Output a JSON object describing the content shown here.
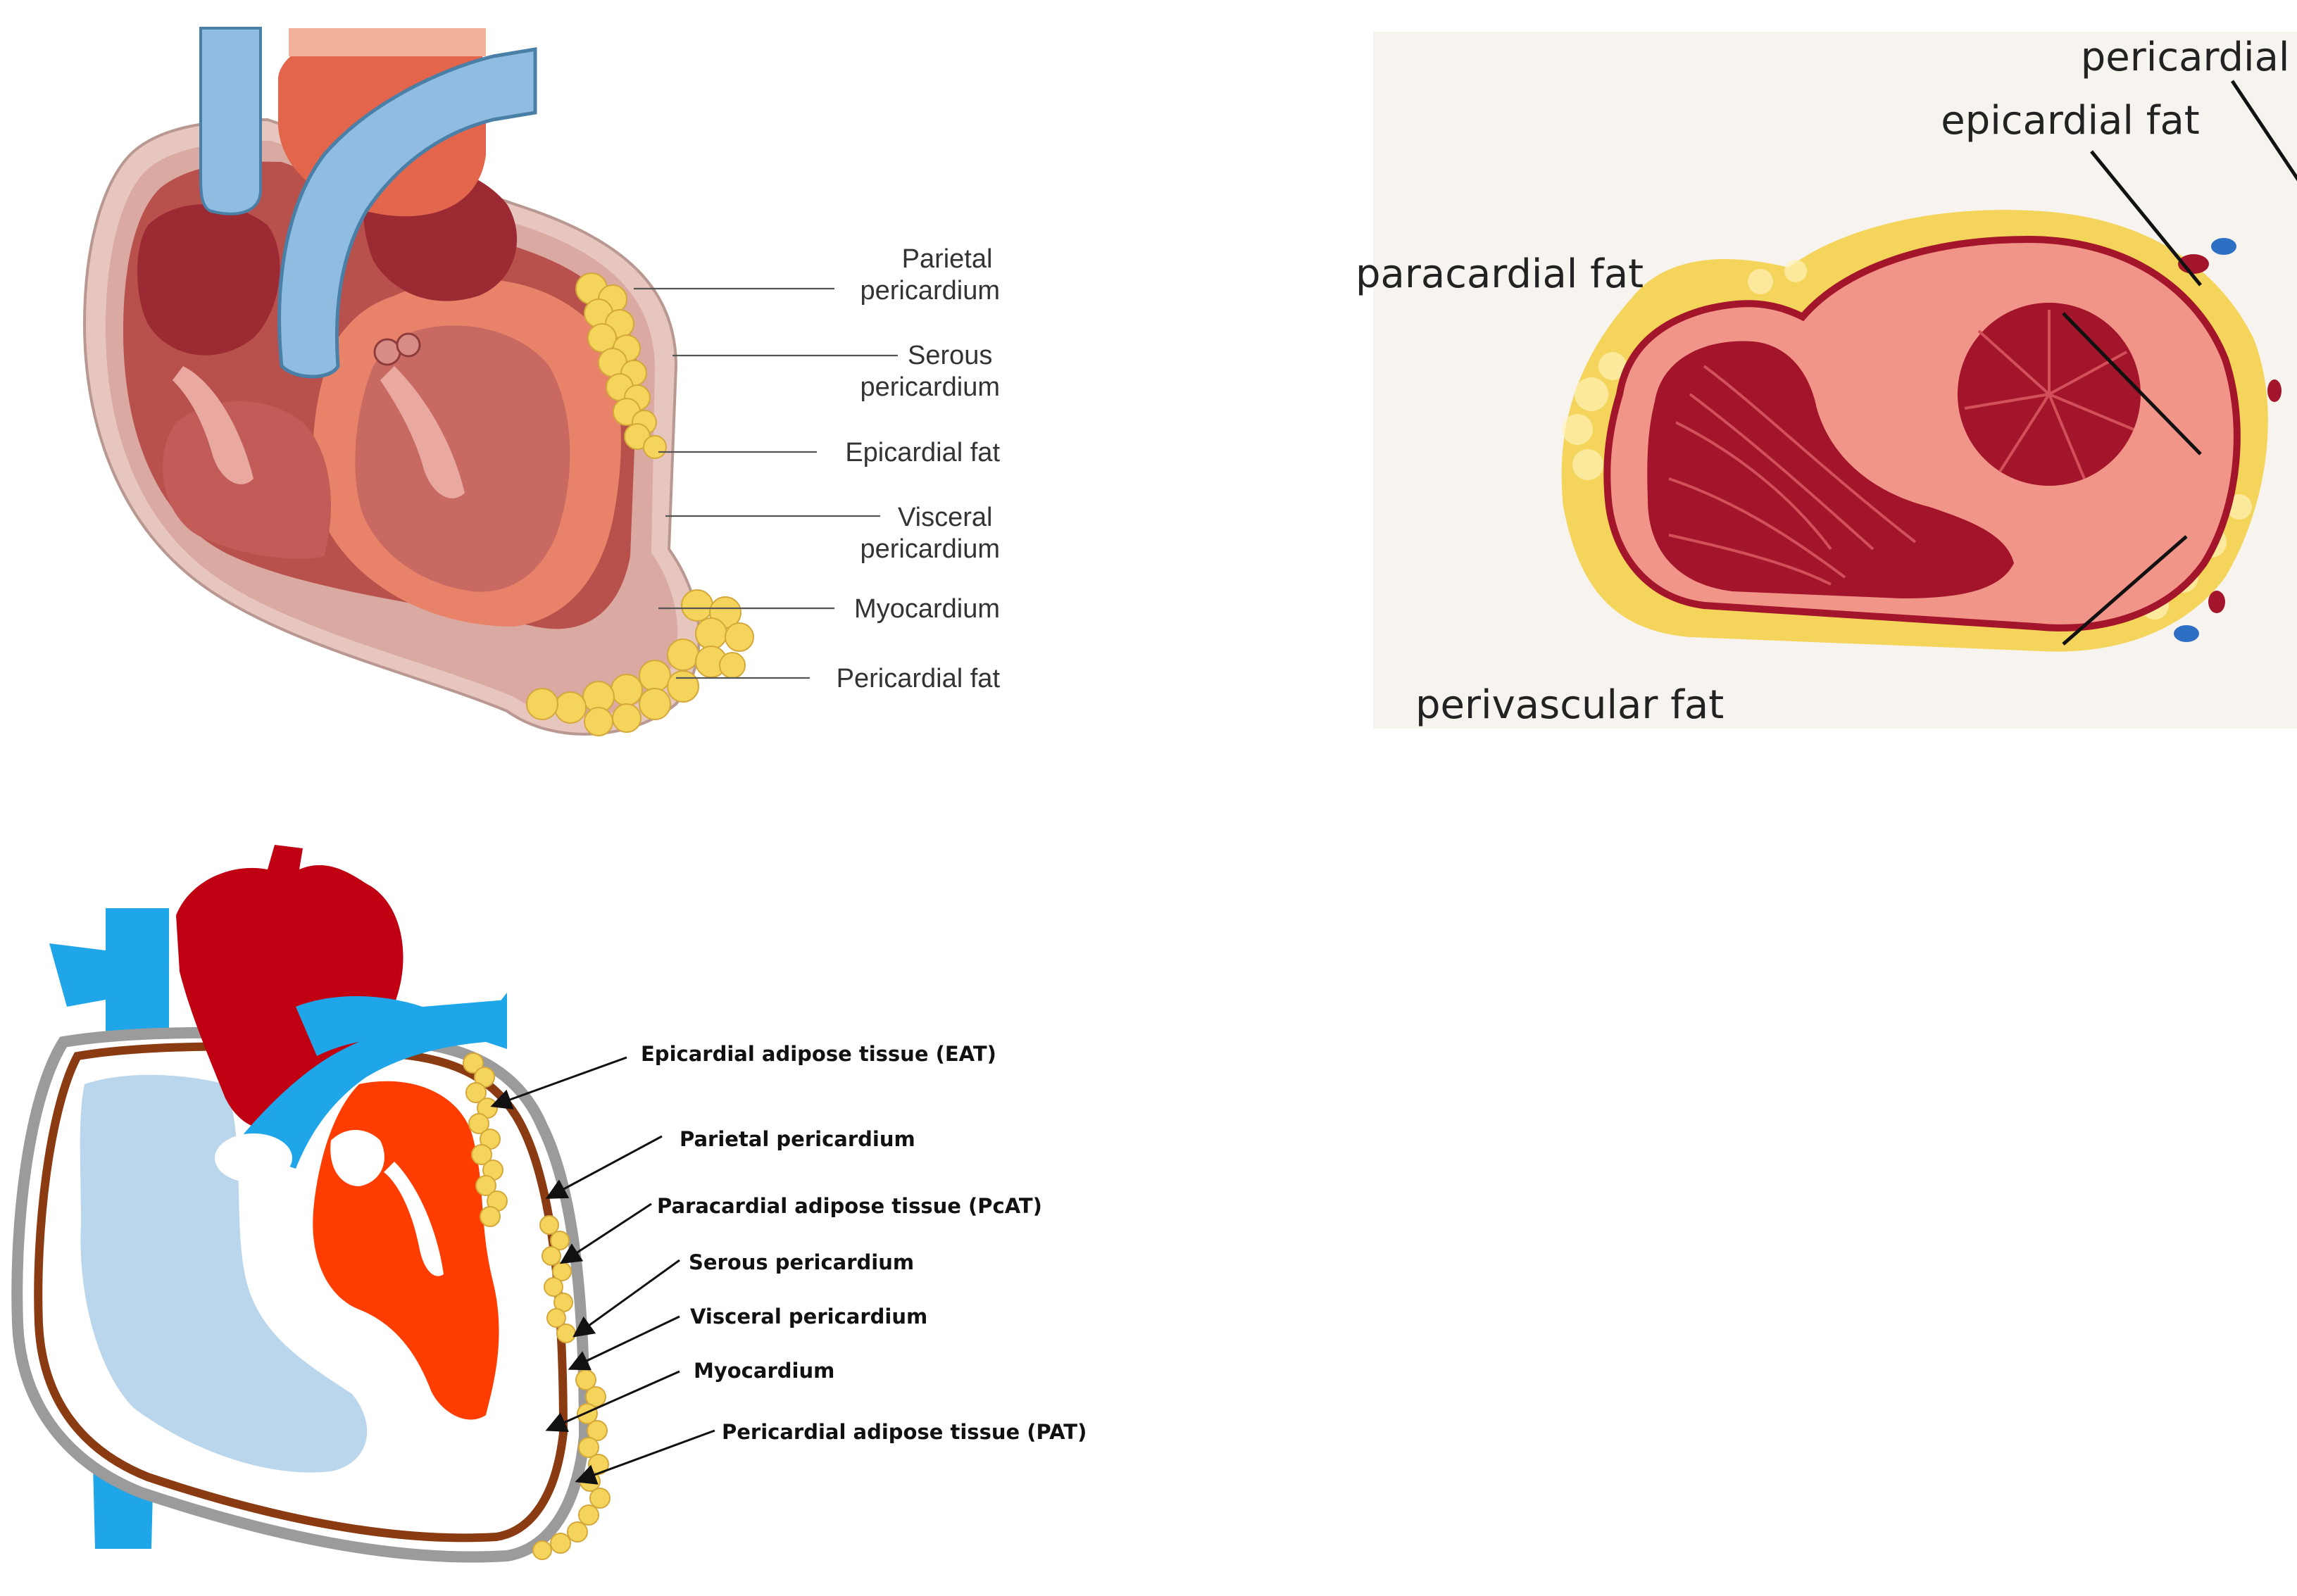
{
  "colors": {
    "fat_yellow": "#f5d45b",
    "fat_light": "#fff3b8",
    "myocardium_pink": "#f29589",
    "dark_red": "#a3152a",
    "vein_blue": "#1fa6e8",
    "right_chamber": "#b9d6ec",
    "left_chamber": "#ff3d00",
    "pericardium_brown": "#8a3b12",
    "pericardium_grey": "#9b9b9b"
  },
  "panel_a": {
    "labels": [
      {
        "line1": "Parietal",
        "line2": "pericardium"
      },
      {
        "line1": "Serous",
        "line2": "pericardium"
      },
      {
        "line1": "Epicardial fat"
      },
      {
        "line1": "Visceral",
        "line2": "pericardium"
      },
      {
        "line1": "Myocardium"
      },
      {
        "line1": "Pericardial fat"
      }
    ]
  },
  "panel_b": {
    "labels": [
      "pericardial fat",
      "epicardial fat",
      "paracardial fat",
      "perivascular fat"
    ]
  },
  "panel_c": {
    "labels": [
      "Epicardial adipose tissue (EAT)",
      "Parietal pericardium",
      "Paracardial adipose tissue (PcAT)",
      "Serous pericardium",
      "Visceral pericardium",
      "Myocardium",
      "Pericardial adipose tissue (PAT)"
    ]
  }
}
